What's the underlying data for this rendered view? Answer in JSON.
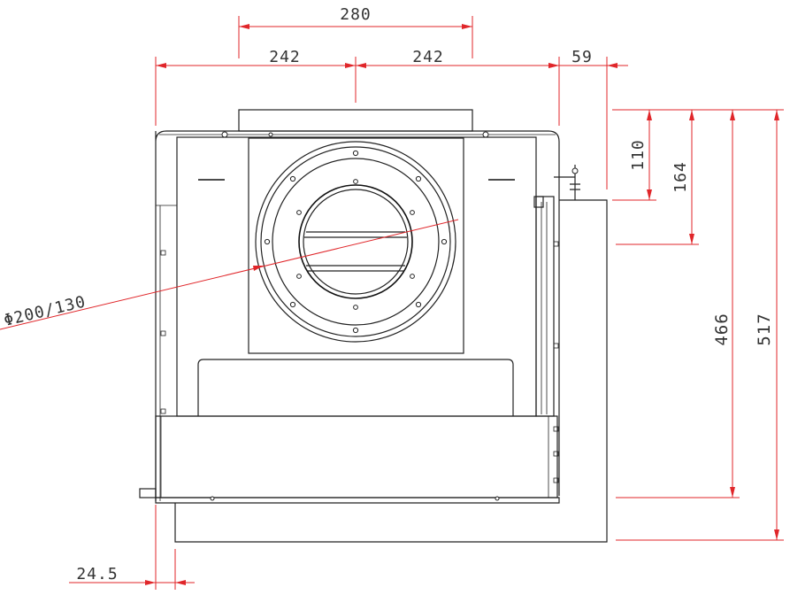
{
  "dimensions": {
    "top_total": "280",
    "top_left": "242",
    "top_right": "242",
    "top_offset": "59",
    "right_110": "110",
    "right_164": "164",
    "right_466": "466",
    "right_517": "517",
    "bottom_offset": "24.5",
    "diameter_label": "Φ200/130"
  },
  "colors": {
    "dimension_line": "#e0262a",
    "outline": "#222222",
    "background": "#ffffff"
  }
}
